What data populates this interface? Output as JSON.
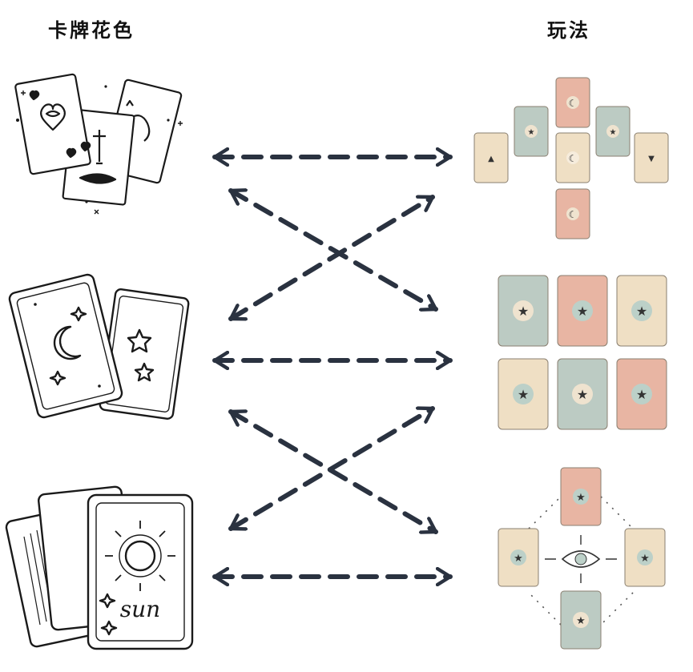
{
  "headings": {
    "left": "卡牌花色",
    "right": "玩法"
  },
  "cards": {
    "sun_word": "sun"
  },
  "colors": {
    "ink": "#1a1a1a",
    "arrow": "#2a3240",
    "sage": "#bccbc3",
    "peach": "#e8b5a3",
    "cream": "#efdfc4",
    "starbadge": "#f3e8d5",
    "badge_on_sage": "#efe3cf",
    "badge_on_peach": "#bcd0c8",
    "badge_on_cream": "#bcd0c8"
  },
  "icons": {
    "suit_row_1": "heart-sword-card-icon",
    "suit_row_2": "moon-star-card-icon",
    "suit_row_3": "sun-card-icon",
    "spread_row_1": "cross-spread-icon",
    "spread_row_2": "six-card-grid-spread-icon",
    "spread_row_3": "eye-diamond-spread-icon"
  }
}
